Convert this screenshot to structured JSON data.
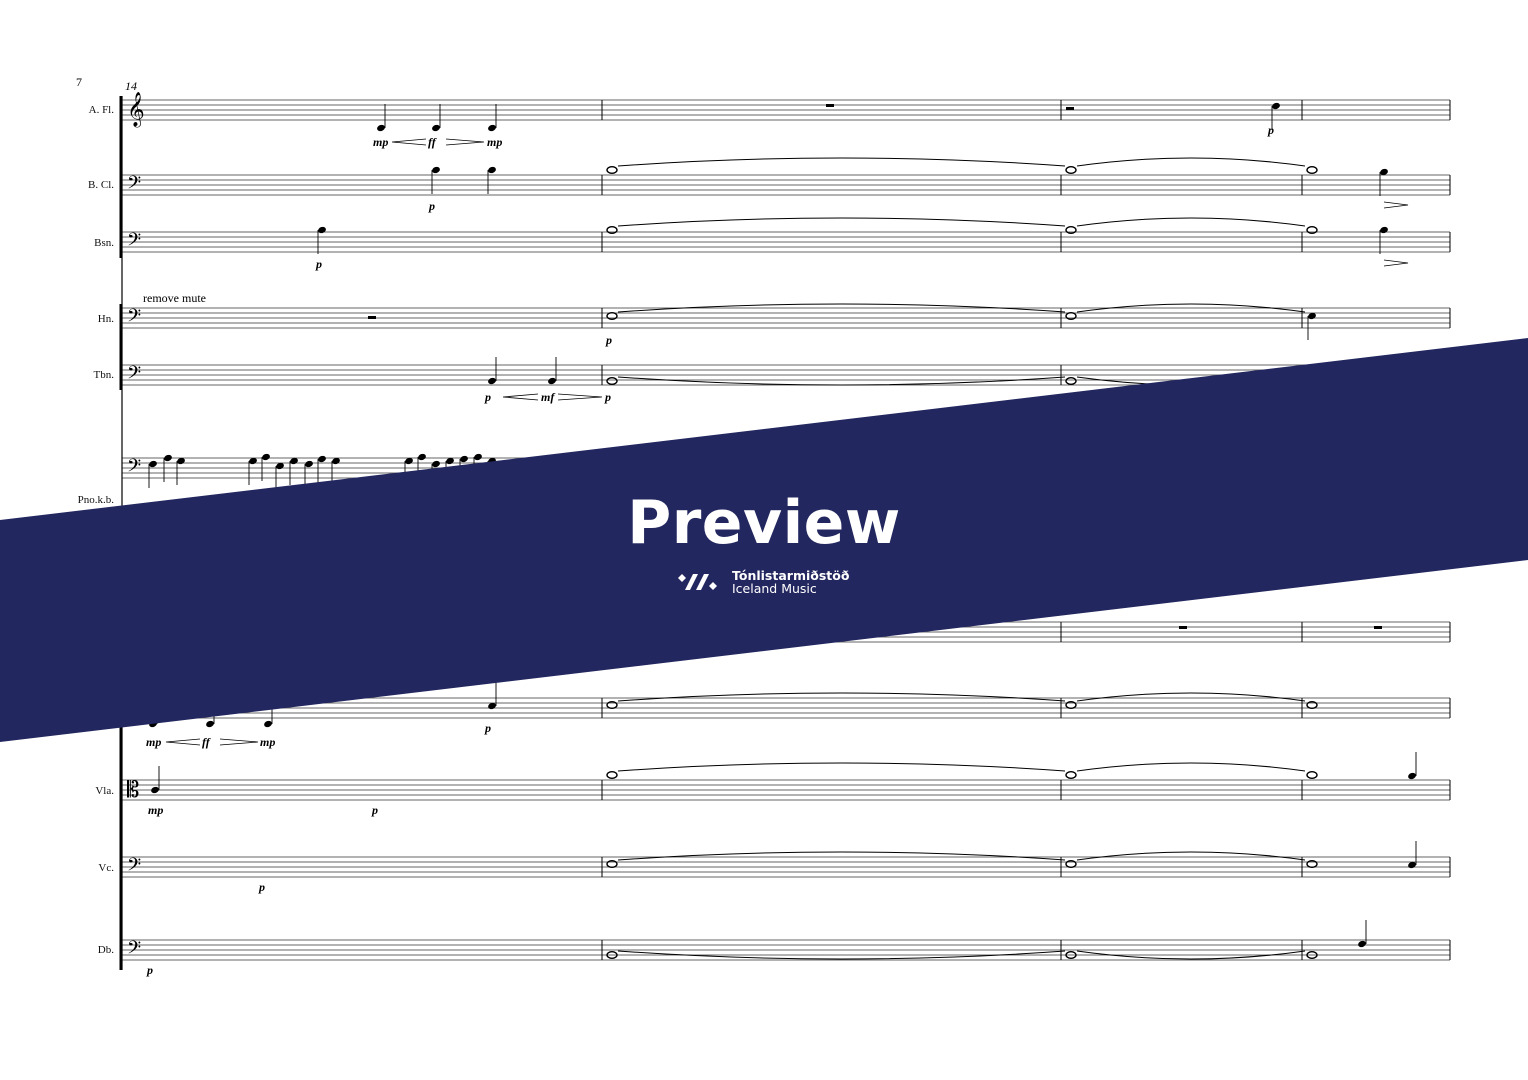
{
  "page_number": "7",
  "measure_number": "14",
  "instruments": [
    "A. Fl.",
    "B. Cl.",
    "Bsn.",
    "Hn.",
    "Tbn.",
    "Pno.k.b.",
    "Vla.",
    "Vc.",
    "Db."
  ],
  "directions": {
    "horn": "remove mute"
  },
  "dynamics": {
    "afl": [
      "mp",
      "ff",
      "mp",
      "p"
    ],
    "bcl": [
      "p"
    ],
    "bsn": [
      "p"
    ],
    "hn": [
      "p"
    ],
    "tbn": [
      "p",
      "mf",
      "p"
    ],
    "vln": [
      "mp",
      "ff",
      "mp",
      "p"
    ],
    "vla": [
      "mp",
      "p"
    ],
    "vc": [
      "p"
    ],
    "db": [
      "p"
    ]
  },
  "watermark": {
    "title": "Preview",
    "logo_line1": "Tónlistarmiðstöð",
    "logo_line2": "Iceland Music",
    "color": "#23275f"
  }
}
